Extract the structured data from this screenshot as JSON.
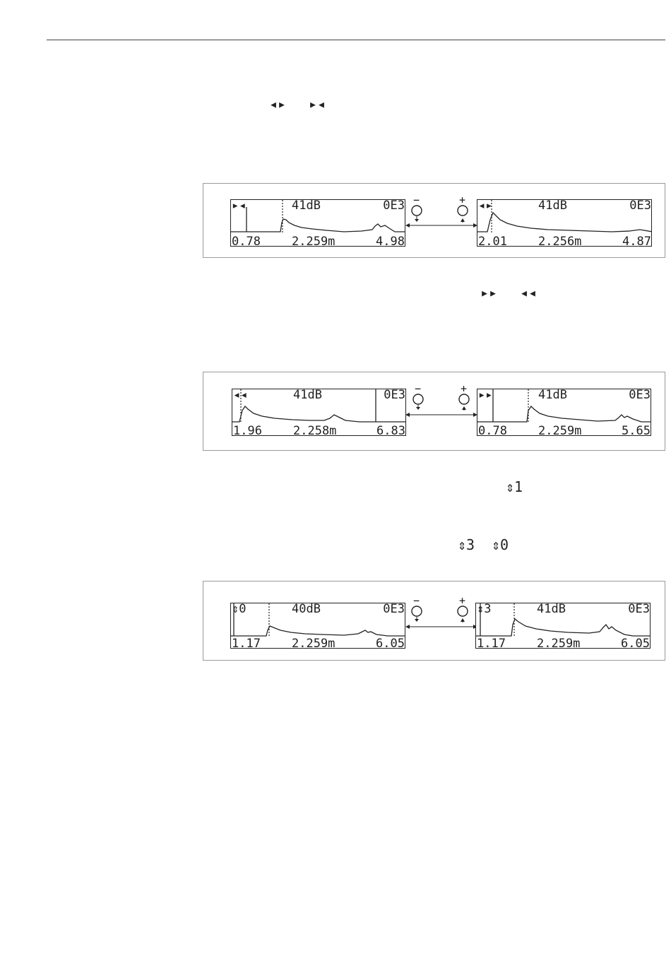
{
  "header_rule": true,
  "glyph_rows": {
    "row1": [
      "◂▸",
      "▸◂"
    ],
    "row2": [
      "▸▸",
      "◂◂"
    ],
    "row3": [
      "⇕1"
    ],
    "row4": [
      "⇕3",
      "⇕0"
    ]
  },
  "panels": [
    {
      "left_display": {
        "top_left": "▸◂",
        "top_center": "41dB",
        "top_right": "0E3",
        "bottom_left": "0.78",
        "bottom_center": "2.259m",
        "bottom_right": "4.98"
      },
      "right_display": {
        "top_left": "◂▸",
        "top_center": "41dB",
        "top_right": "0E3",
        "bottom_left": "2.01",
        "bottom_center": "2.256m",
        "bottom_right": "4.87"
      },
      "minus_label": "−",
      "plus_label": "+"
    },
    {
      "left_display": {
        "top_left": "◂◂",
        "top_center": "41dB",
        "top_right": "0E3",
        "bottom_left": "1.96",
        "bottom_center": "2.258m",
        "bottom_right": "6.83"
      },
      "right_display": {
        "top_left": "▸▸",
        "top_center": "41dB",
        "top_right": "0E3",
        "bottom_left": "0.78",
        "bottom_center": "2.259m",
        "bottom_right": "5.65"
      },
      "minus_label": "−",
      "plus_label": "+"
    },
    {
      "left_display": {
        "top_left": "⇕0",
        "top_center": "40dB",
        "top_right": "0E3",
        "bottom_left": "1.17",
        "bottom_center": "2.259m",
        "bottom_right": "6.05"
      },
      "right_display": {
        "top_left": "⇕3",
        "top_center": "41dB",
        "top_right": "0E3",
        "bottom_left": "1.17",
        "bottom_center": "2.259m",
        "bottom_right": "6.05"
      },
      "minus_label": "−",
      "plus_label": "+"
    }
  ]
}
